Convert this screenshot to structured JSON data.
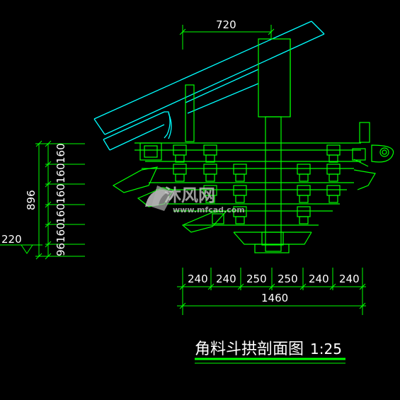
{
  "drawing": {
    "title": "角料斗拱剖面图",
    "scale": "1:25",
    "colors": {
      "background": "#000000",
      "roof": "#00ffff",
      "structure": "#00ff00",
      "dimension": "#00ff00",
      "text": "#ffffff"
    }
  },
  "dimensions": {
    "top": "720",
    "left_total": "896",
    "left_segments": [
      "160",
      "160",
      "160",
      "160",
      "160",
      "96"
    ],
    "ground": "220",
    "bottom_segments": [
      "240",
      "240",
      "250",
      "250",
      "240",
      "240"
    ],
    "bottom_total": "1460"
  },
  "watermark": {
    "brand": "沐风网",
    "url": "www.mfcad.com"
  }
}
